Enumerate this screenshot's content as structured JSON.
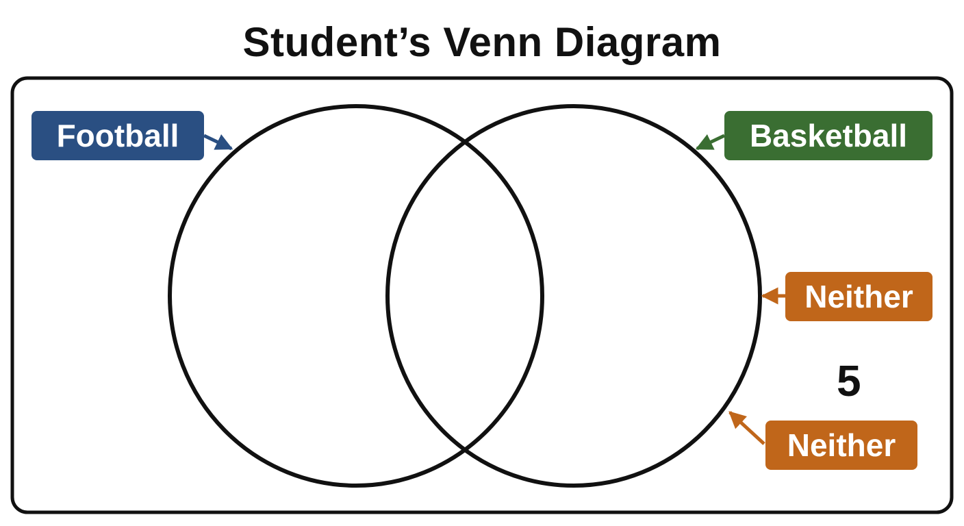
{
  "title": "Student’s Venn Diagram",
  "sets": [
    {
      "label": "Football",
      "color": "#2a4f82"
    },
    {
      "label": "Basketball",
      "color": "#3a6e32"
    }
  ],
  "neither_labels": [
    {
      "label": "Neither",
      "color": "#c0661a"
    },
    {
      "label": "Neither",
      "color": "#c0661a"
    }
  ],
  "outside_count": "5"
}
